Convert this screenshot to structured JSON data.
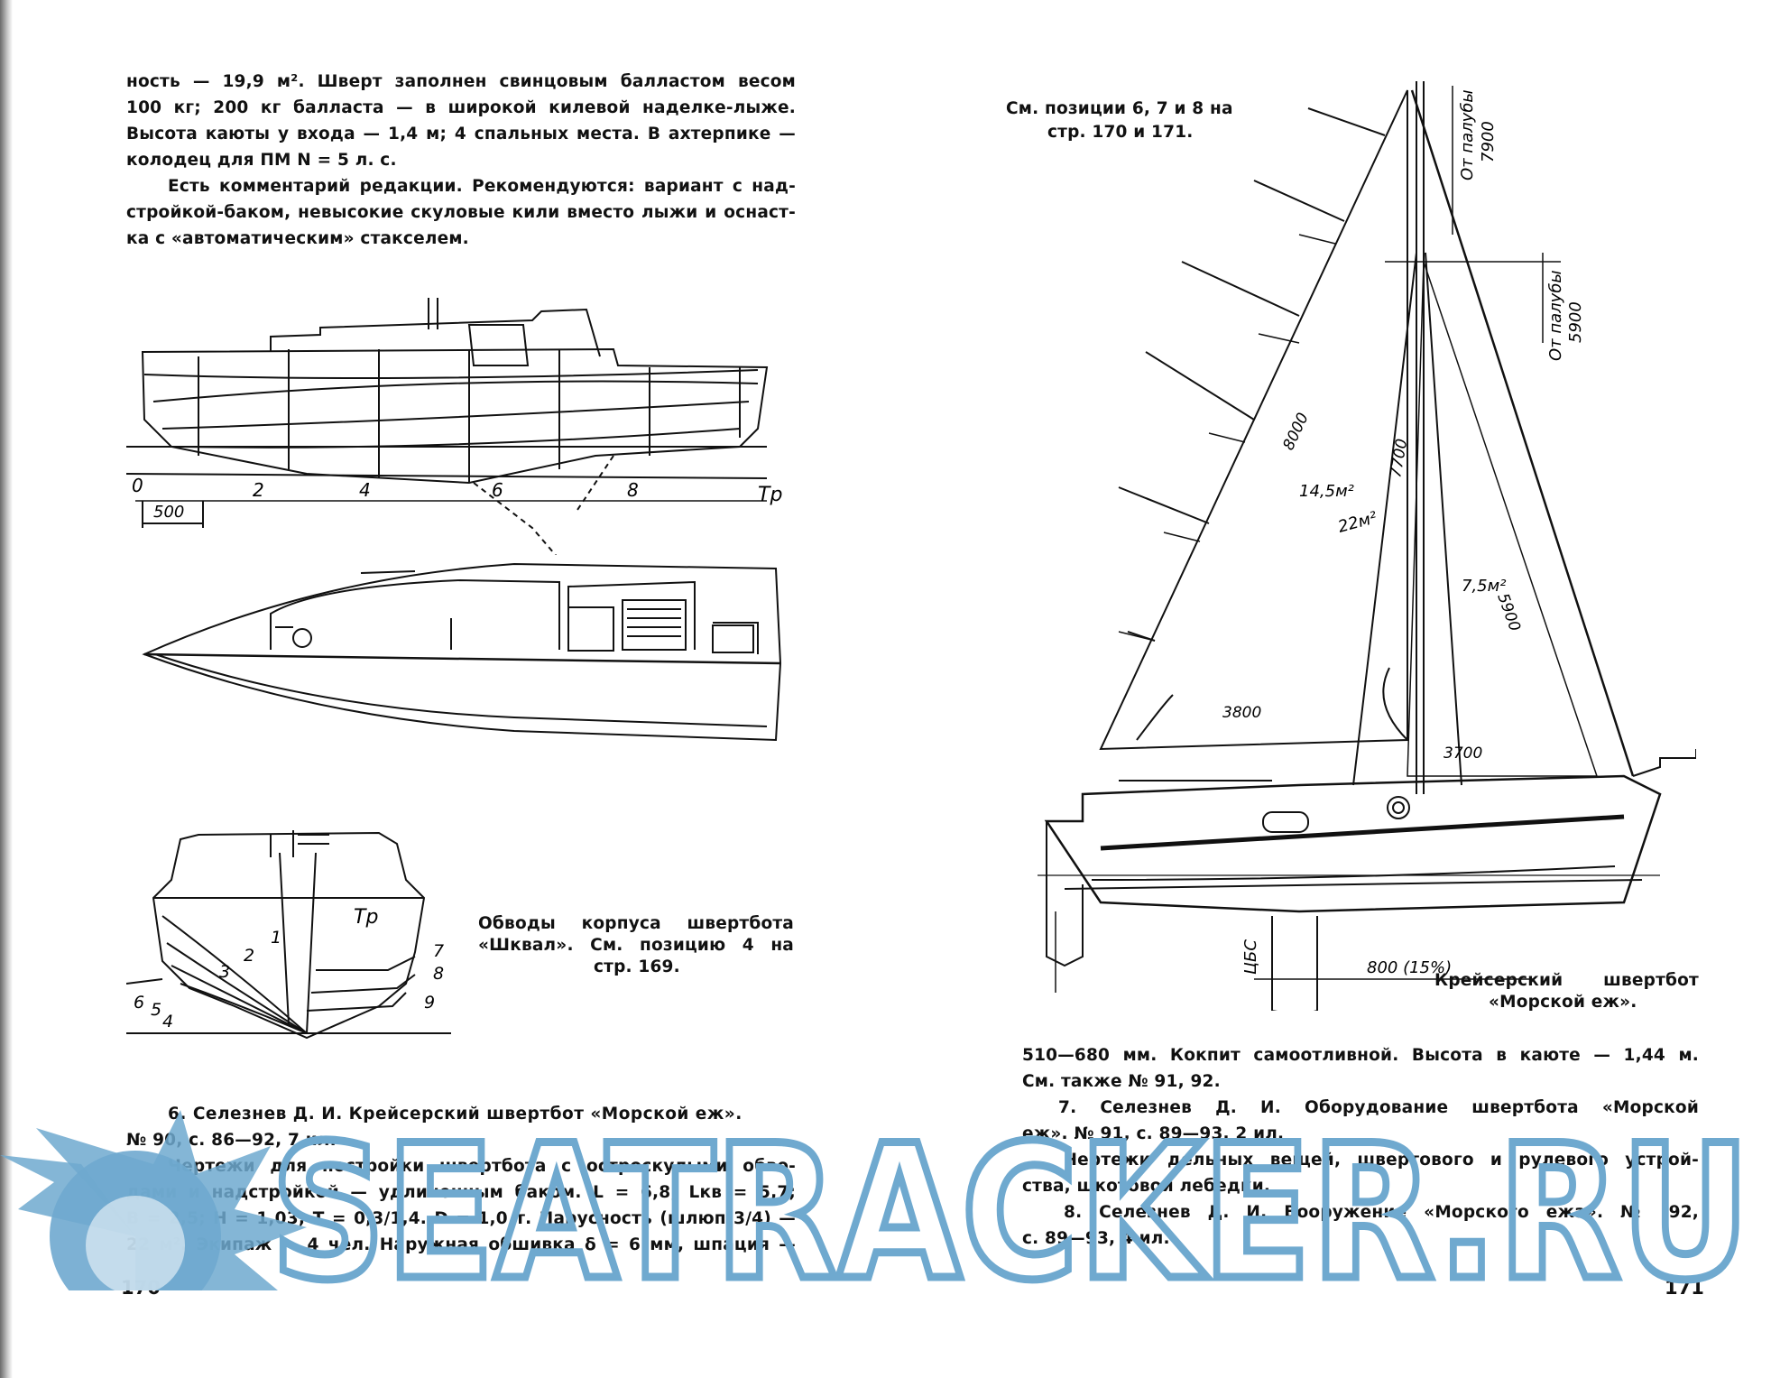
{
  "left_page": {
    "intro_lines": [
      "ность — 19,9 м². Шверт заполнен свинцовым балластом весом",
      "100 кг; 200 кг балласта — в широкой килевой наделке-лыже.",
      "Высота каюты у входа — 1,4 м; 4 спальных места. В ахтерпике —",
      "колодец для ПМ N = 5 л. с.",
      "Есть комментарий редакции. Рекомендуются: вариант с над-",
      "стройкой-баком, невысокие скуловые кили вместо лыжи и оснаст-",
      "ка с «автоматическим» стакселем."
    ],
    "profile_labels": {
      "zero": "0",
      "scale": "500",
      "st2": "2",
      "st4": "4",
      "st6": "6",
      "st8": "8",
      "tr": "Тр"
    },
    "body_plan_labels": {
      "tr": "Тр",
      "n1": "1",
      "n2": "2",
      "n3": "3",
      "n4": "4",
      "n5": "5",
      "n6": "6",
      "n7": "7",
      "n8": "8",
      "n9": "9"
    },
    "caption_lines": [
      "Обводы корпуса швертбота",
      "«Шквал». См. позицию 4 на",
      "стр. 169."
    ],
    "entry6_lines": [
      "6. Селезнев Д. И. Крейсерский швертбот «Морской еж».",
      "№ 90, с. 86—92, 7 ил.",
      "Чертежи для постройки швертбота с остроскулыми обво-",
      "дами и надстройкой — удлиненным баком. L = 6,8; Lкв = 5,7;",
      "B = 2,5; H = 1,03; T = 0,3/1,4. D = 1,0 т. Парусность (шлюп 3/4) —",
      "22 м². Экипаж — 4 чел. Наружная обшивка δ = 6 мм, шпация —"
    ],
    "page_number": "170"
  },
  "right_page": {
    "see_also_lines": [
      "См. позиции 6, 7 и 8 на",
      "стр. 170 и 171."
    ],
    "sail_labels": {
      "deck_7900_a": "От палубы",
      "deck_7900_b": "7900",
      "deck_5900_a": "От палубы",
      "deck_5900_b": "5900",
      "d8000": "8000",
      "d7700": "7700",
      "a145": "14,5м²",
      "a22": "22м²",
      "a75": "7,5м²",
      "d5900": "5900",
      "d3800": "3800",
      "d3700": "3700",
      "cbs": "ЦБС",
      "d800": "800 (15%)"
    },
    "caption_lines": [
      "Крейсерский швертбот",
      "«Морской еж»."
    ],
    "body_lines": [
      "510—680 мм. Кокпит самоотливной. Высота в каюте — 1,44 м.",
      "См. также № 91, 92.",
      "7. Селезнев Д. И. Оборудование швертбота «Морской",
      "еж». № 91, с. 89—93, 2 ил.",
      "Чертежи дельных вещей, швертового и рулевого устрой-",
      "ства, шкотовой лебедки.",
      "8. Селезнев Д. И. Вооружение «Морского ежа». № 92,",
      "с. 89—93, 4 ил."
    ],
    "page_number": "171"
  },
  "watermark": {
    "text": "SEATRACKER.RU",
    "color": "#6fa9cf"
  }
}
